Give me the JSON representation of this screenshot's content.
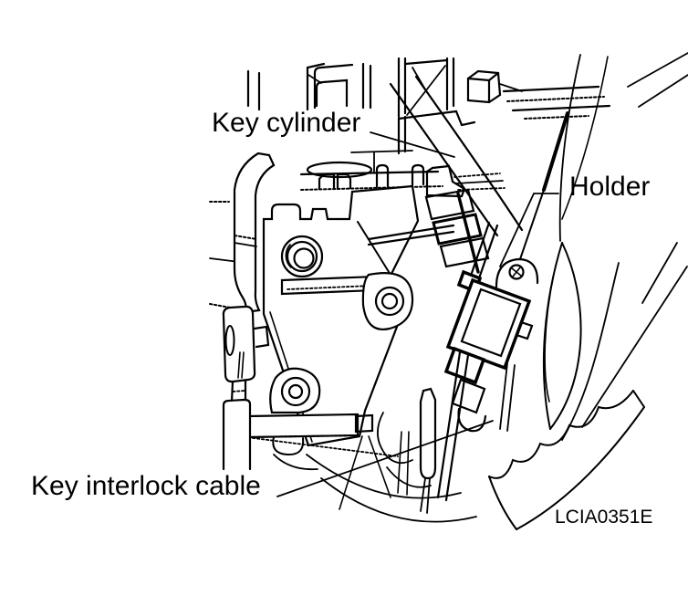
{
  "figure": {
    "background_color": "#ffffff",
    "line_color": "#000000",
    "labels": {
      "key_cylinder": "Key cylinder",
      "holder": "Holder",
      "key_interlock_cable": "Key interlock cable"
    },
    "figure_code": "LCIA0351E"
  }
}
